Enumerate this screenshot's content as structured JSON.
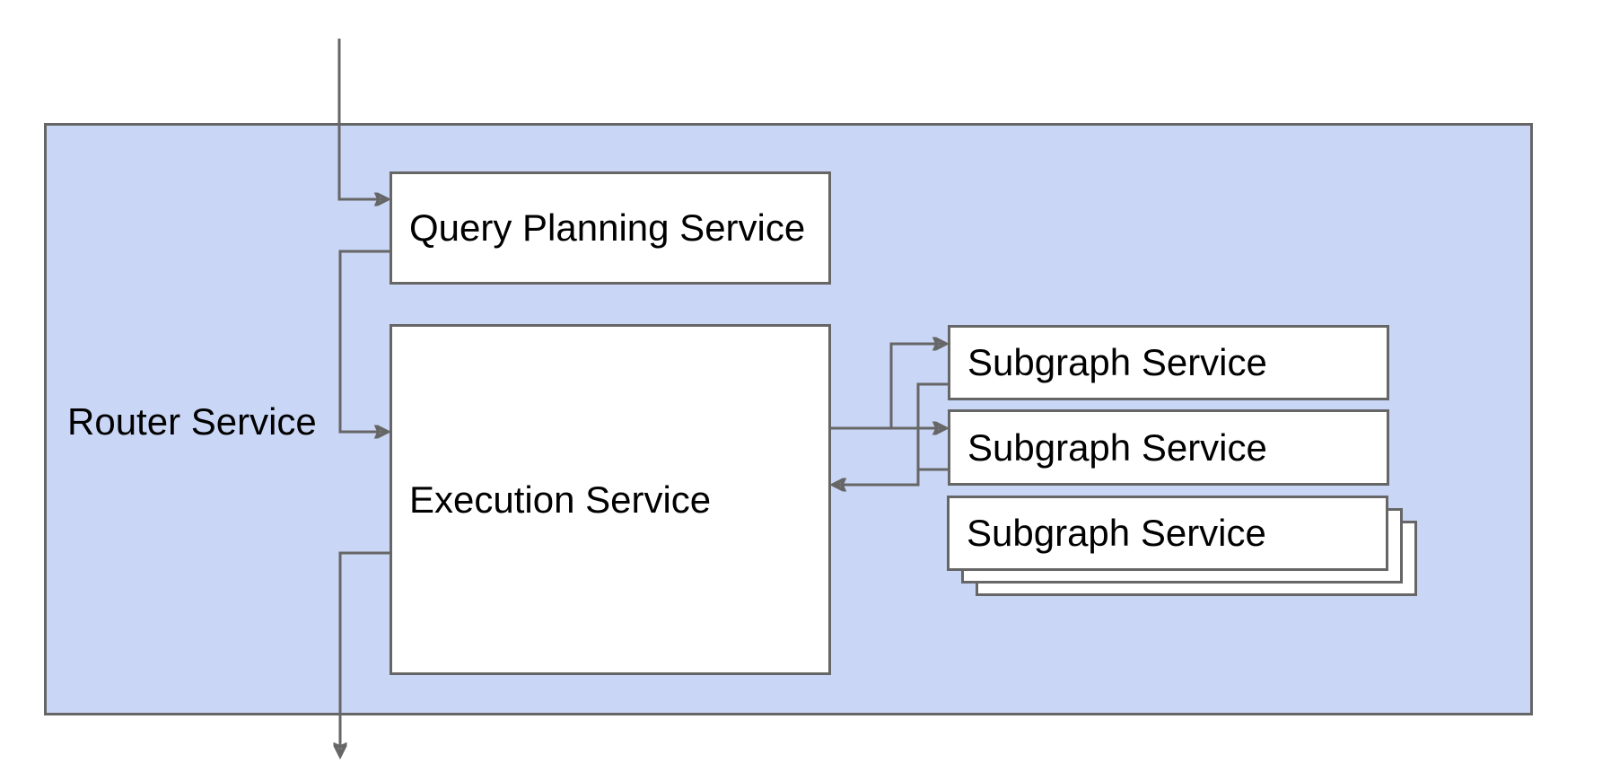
{
  "diagram": {
    "container": {
      "label": "Router Service",
      "fill_color": "#c9d6f5",
      "stroke_color": "#666666"
    },
    "nodes": {
      "query_planning": {
        "label": "Query Planning Service"
      },
      "execution": {
        "label": "Execution Service"
      },
      "subgraph_1": {
        "label": "Subgraph Service"
      },
      "subgraph_2": {
        "label": "Subgraph Service"
      },
      "subgraph_3": {
        "label": "Subgraph Service",
        "style": "stacked-multiple-instances"
      }
    },
    "edges": [
      {
        "from": "external-input-top",
        "to": "query_planning",
        "arrow": "into-query-planning"
      },
      {
        "from": "query_planning",
        "to": "execution",
        "arrow": "into-execution"
      },
      {
        "from": "execution",
        "to": "subgraph_1",
        "arrow": "into-subgraph-1"
      },
      {
        "from": "execution",
        "to": "subgraph_2",
        "arrow": "into-subgraph-2"
      },
      {
        "from": "subgraph_1",
        "to": "execution",
        "arrow": "return-into-execution"
      },
      {
        "from": "subgraph_2",
        "to": "execution",
        "arrow": "return-into-execution"
      },
      {
        "from": "execution",
        "to": "external-output-bottom",
        "arrow": "out-of-container"
      }
    ],
    "colors": {
      "node_fill": "#ffffff",
      "node_stroke": "#666666",
      "connector": "#666666",
      "text": "#000000"
    }
  }
}
